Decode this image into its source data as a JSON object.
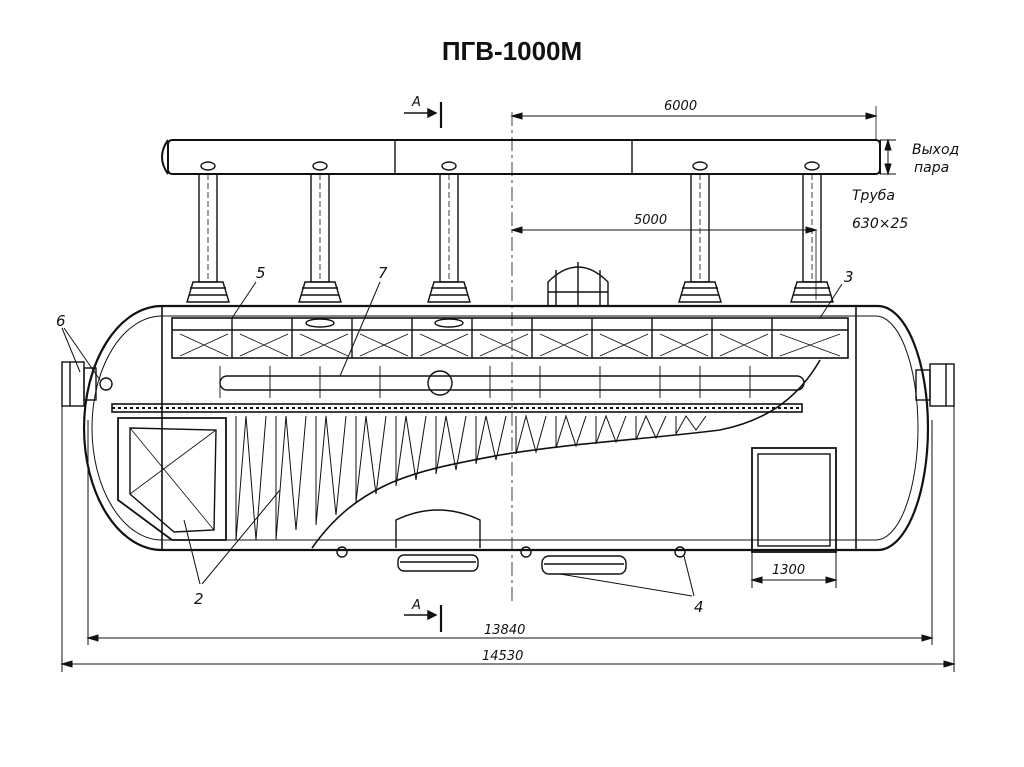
{
  "title": "ПГВ-1000М",
  "section_mark": "A",
  "dimensions": {
    "header_span": "6000",
    "inner_span": "5000",
    "hatch_width": "1300",
    "body_length": "13840",
    "total_length": "14530"
  },
  "notes": {
    "steam_out_1": "Выход",
    "steam_out_2": "пара",
    "pipe_1": "Труба",
    "pipe_2": "630×25"
  },
  "callouts": [
    "2",
    "3",
    "4",
    "5",
    "6",
    "7"
  ]
}
